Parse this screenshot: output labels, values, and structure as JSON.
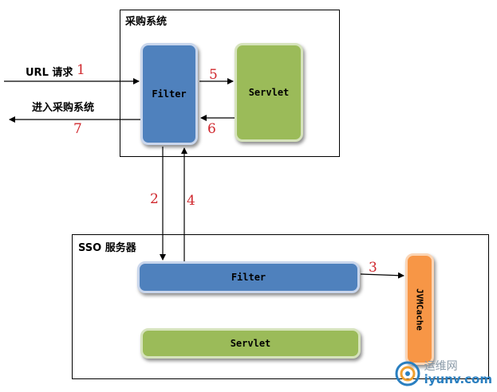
{
  "procurement": {
    "title": "采购系统",
    "filter_label": "Filter",
    "servlet_label": "Servlet"
  },
  "sso": {
    "title": "SSO 服务器",
    "filter_label": "Filter",
    "servlet_label": "Servlet",
    "cache_label": "JVMCache"
  },
  "labels": {
    "url_request": "URL 请求",
    "enter_system": "进入采购系统"
  },
  "steps": {
    "s1": "1",
    "s2": "2",
    "s3": "3",
    "s4": "4",
    "s5": "5",
    "s6": "6",
    "s7": "7"
  },
  "watermark": {
    "line1": "运维网",
    "line2": "iyunv.com"
  },
  "colors": {
    "filter": "#4f81bd",
    "servlet": "#9bbb59",
    "cache": "#f79646",
    "step_number": "#d0282e"
  }
}
